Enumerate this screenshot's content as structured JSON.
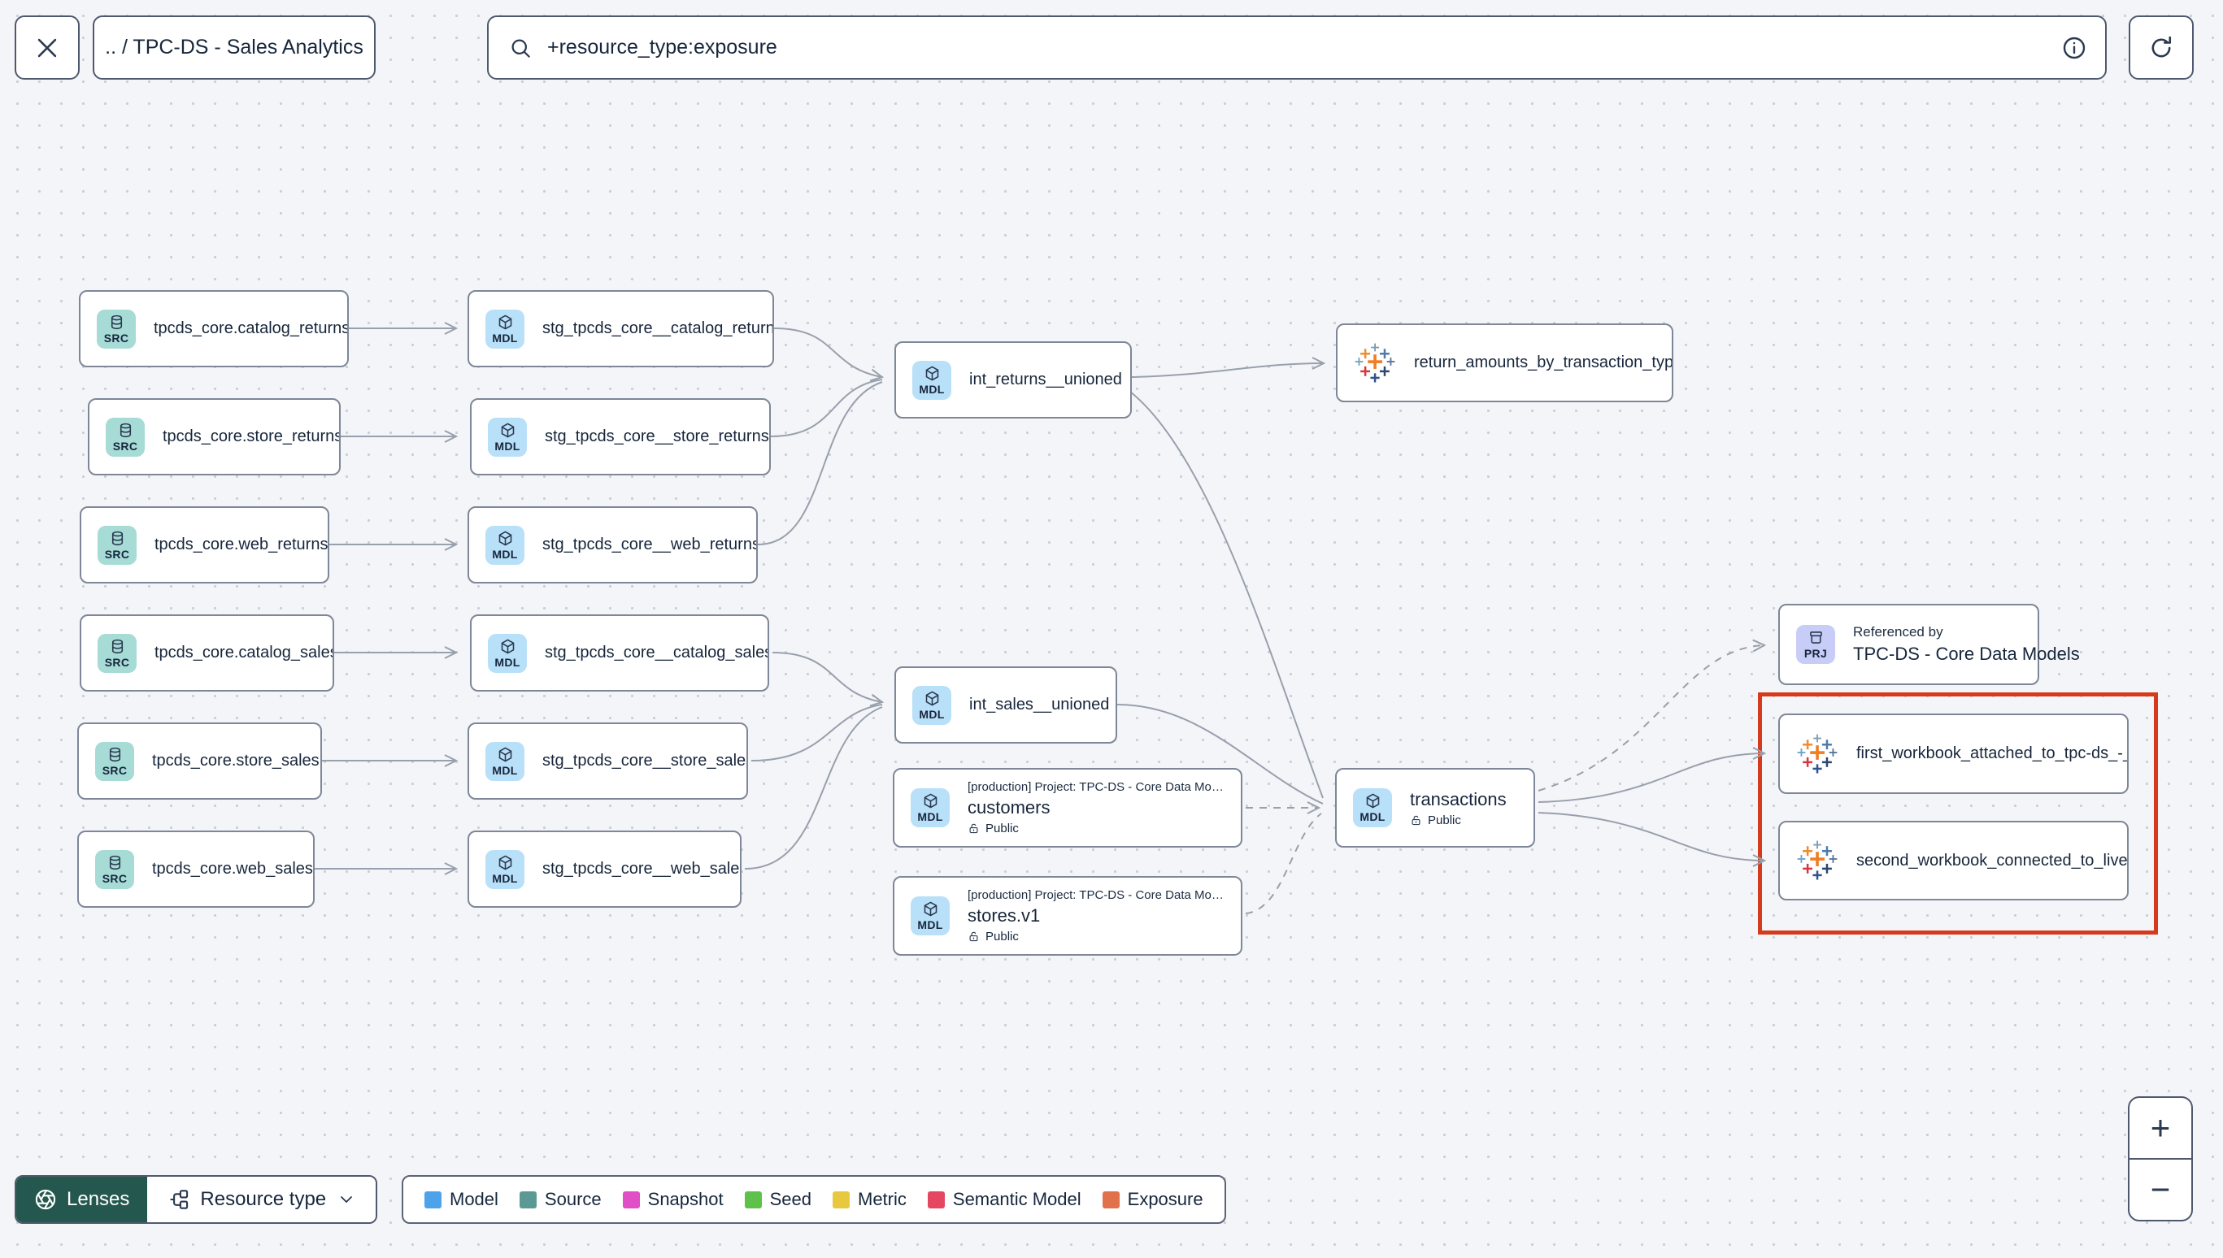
{
  "topbar": {
    "breadcrumb": ".. / TPC-DS - Sales Analytics",
    "search_value": "+resource_type:exposure"
  },
  "badges": {
    "source": "SRC",
    "model": "MDL",
    "project": "PRJ"
  },
  "nodes": {
    "sources": [
      "tpcds_core.catalog_returns",
      "tpcds_core.store_returns",
      "tpcds_core.web_returns",
      "tpcds_core.catalog_sales",
      "tpcds_core.store_sales",
      "tpcds_core.web_sales"
    ],
    "staging": [
      "stg_tpcds_core__catalog_returns",
      "stg_tpcds_core__store_returns",
      "stg_tpcds_core__web_returns",
      "stg_tpcds_core__catalog_sales",
      "stg_tpcds_core__store_sales",
      "stg_tpcds_core__web_sales"
    ],
    "int_returns": "int_returns__unioned",
    "int_sales": "int_sales__unioned",
    "customers": {
      "project": "[production] Project: TPC-DS - Core Data Mo…",
      "name": "customers",
      "access": "Public"
    },
    "stores": {
      "project": "[production] Project: TPC-DS - Core Data Mo…",
      "name": "stores.v1",
      "access": "Public"
    },
    "transactions": {
      "name": "transactions",
      "access": "Public"
    },
    "exposure_returns": "return_amounts_by_transaction_type",
    "referenced_by": {
      "label": "Referenced by",
      "name": "TPC-DS - Core Data Models"
    },
    "workbook_first": "first_workbook_attached_to_tpc-ds_-_…",
    "workbook_second": "second_workbook_connected_to_live…"
  },
  "footer": {
    "lenses_label": "Lenses",
    "resource_type_label": "Resource type",
    "legend": [
      {
        "label": "Model",
        "color": "#4da3ea"
      },
      {
        "label": "Source",
        "color": "#5b9a94"
      },
      {
        "label": "Snapshot",
        "color": "#e04fc6"
      },
      {
        "label": "Seed",
        "color": "#5ec14a"
      },
      {
        "label": "Metric",
        "color": "#e7c83f"
      },
      {
        "label": "Semantic Model",
        "color": "#e4475f"
      },
      {
        "label": "Exposure",
        "color": "#e0714a"
      }
    ],
    "zoom_in": "+",
    "zoom_out": "−"
  }
}
